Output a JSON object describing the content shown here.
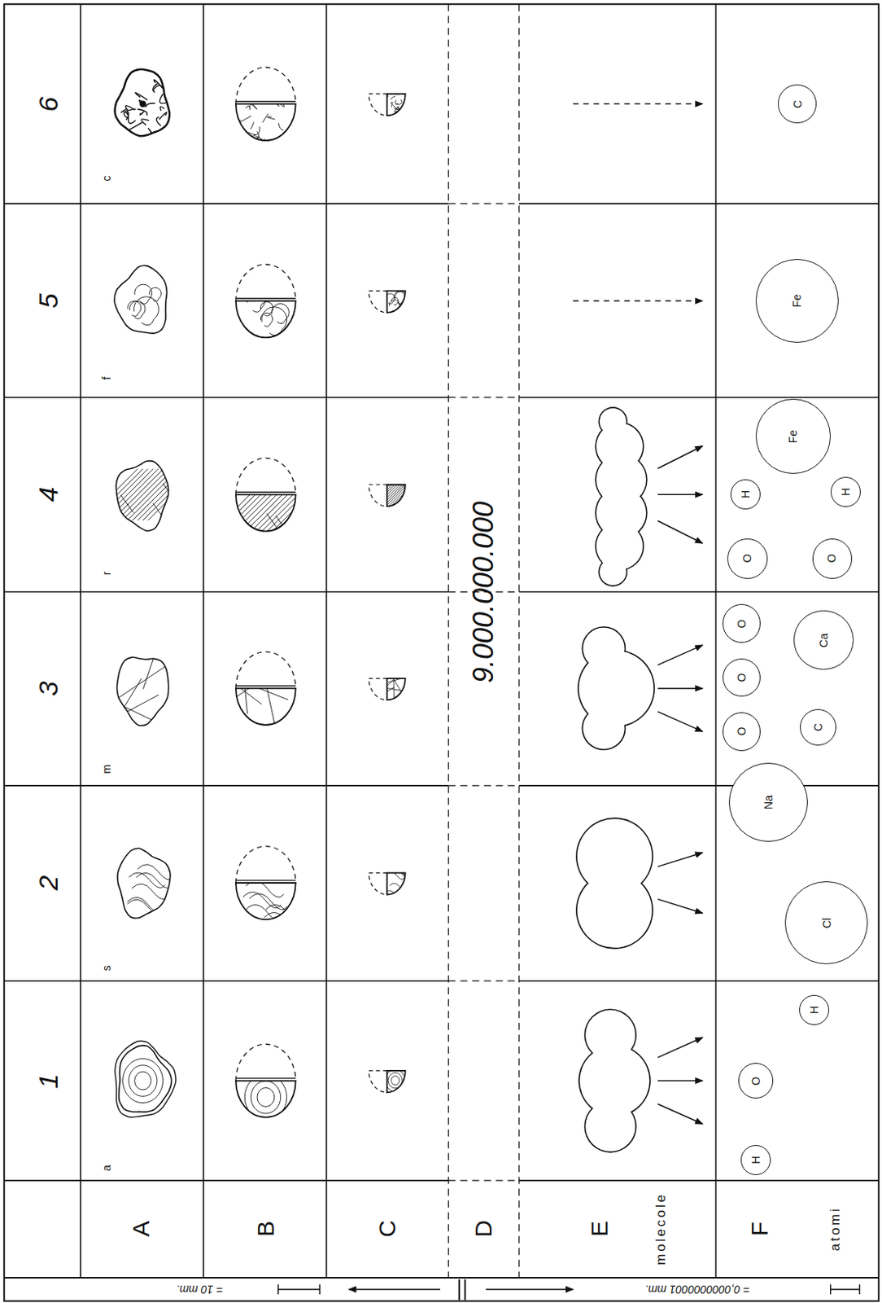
{
  "diagram": {
    "nodes": [
      {
        "text": [
          "H"
        ]
      },
      {
        "text": [
          "O"
        ]
      },
      {
        "text": [
          "H"
        ]
      },
      {
        "text": [
          "Na"
        ]
      },
      {
        "text": [
          "Cl"
        ]
      },
      {
        "text": [
          "O"
        ]
      },
      {
        "text": [
          "O"
        ]
      },
      {
        "text": [
          "O"
        ]
      },
      {
        "text": [
          "C"
        ]
      },
      {
        "text": [
          "Ca"
        ]
      },
      {
        "text": [
          "O"
        ]
      },
      {
        "text": [
          "O"
        ]
      },
      {
        "text": [
          "H"
        ]
      },
      {
        "text": [
          "H"
        ]
      },
      {
        "text": [
          "Fe"
        ]
      },
      {
        "text": [
          "Fe"
        ]
      },
      {
        "text": [
          "C"
        ]
      }
    ],
    "labels": [
      "1",
      "2",
      "3",
      "4",
      "5",
      "6",
      "A",
      "B",
      "C",
      "D",
      "E",
      "F",
      "molecole",
      "atomi",
      "a",
      "s",
      "m",
      "r",
      "f",
      "c",
      "9.000.000.000",
      "= 10 mm.",
      "= 0,0000000001 mm."
    ]
  }
}
